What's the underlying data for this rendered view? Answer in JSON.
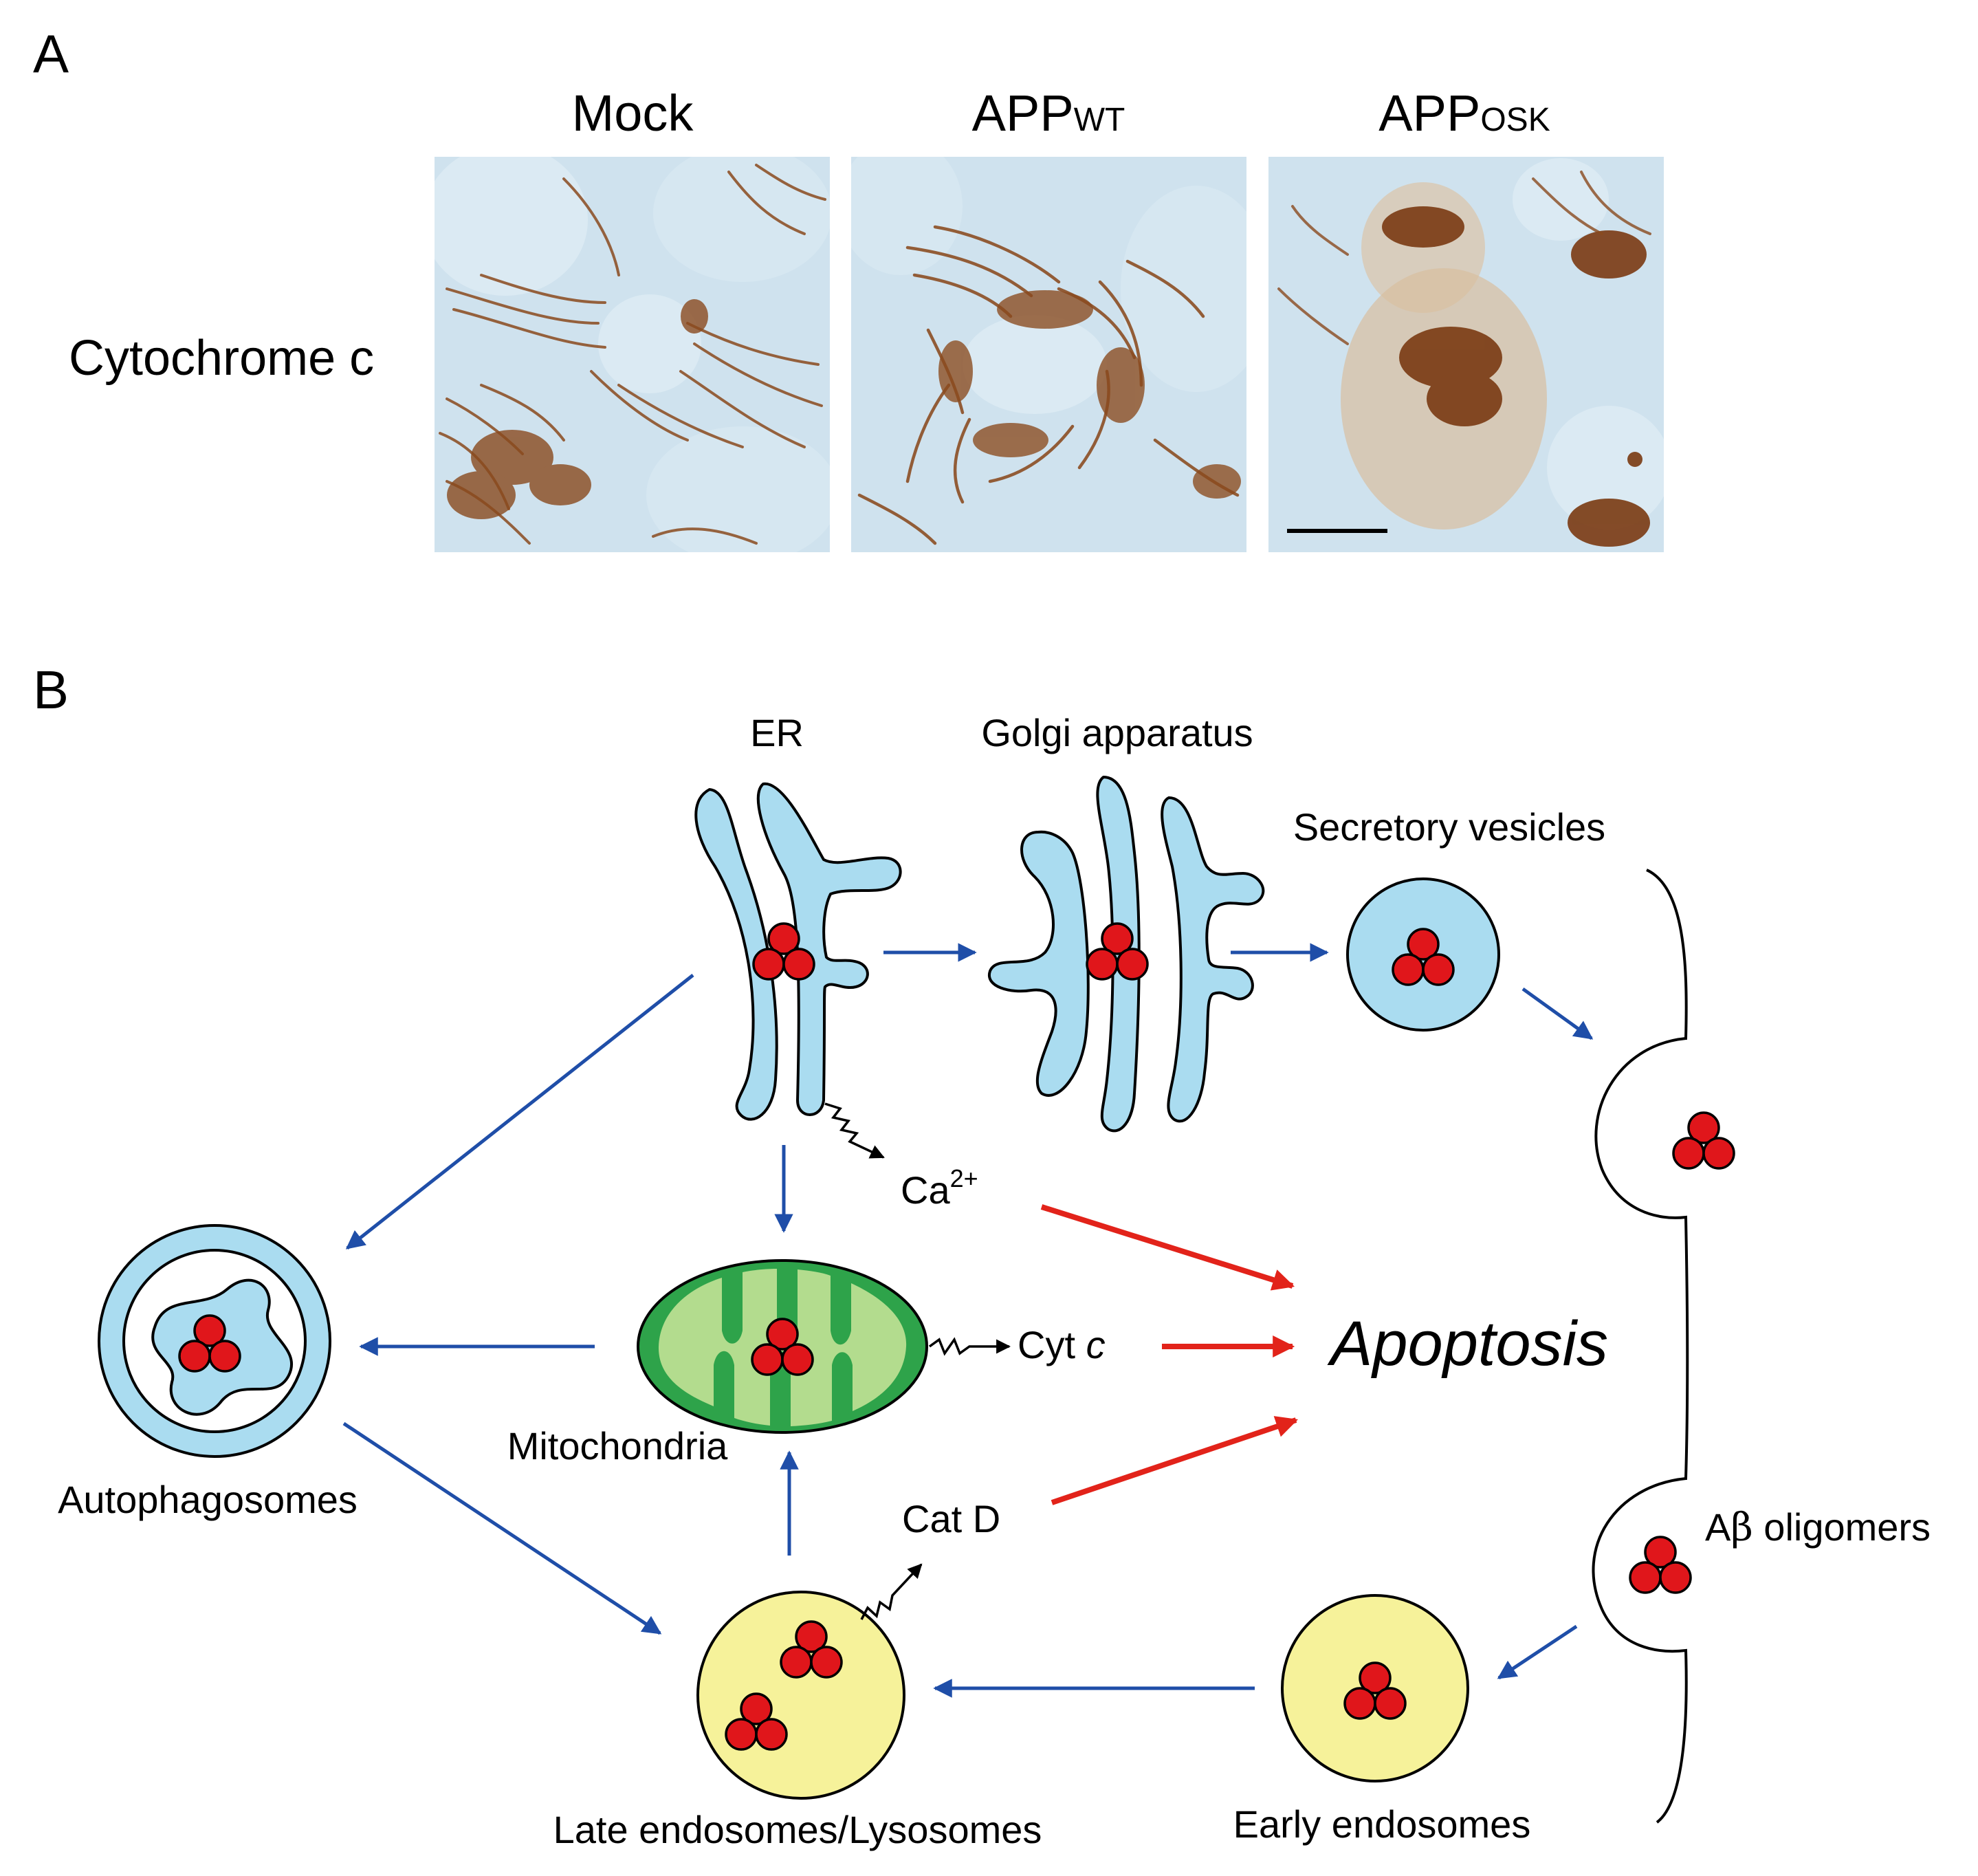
{
  "panel_a": {
    "label": "A",
    "row_label": "Cytochrome c",
    "columns": [
      {
        "name": "Mock",
        "sub": ""
      },
      {
        "name": "APP",
        "sub": "WT"
      },
      {
        "name": "APP",
        "sub": "OSK"
      }
    ]
  },
  "panel_b": {
    "label": "B",
    "nodes": {
      "er": "ER",
      "golgi": "Golgi apparatus",
      "secretory": "Secretory vesicles",
      "mitochondria": "Mitochondria",
      "autophagosomes": "Autophagosomes",
      "late_endosomes": "Late endosomes/Lysosomes",
      "early_endosomes": "Early endosomes",
      "abeta_prefix": "A",
      "abeta_greek": "β",
      "abeta_suffix": " oligomers",
      "ca_base": "Ca",
      "ca_sup": "2+",
      "cyt_base": "Cyt ",
      "cyt_italic": "c",
      "catd": "Cat D",
      "apoptosis": "Apoptosis"
    }
  },
  "colors": {
    "organelle_blue": "#aadcf0",
    "mito_outer": "#2ea34a",
    "mito_inner": "#b3dc8e",
    "endosome_yellow": "#f6f29a",
    "oligomer_red": "#e0161b",
    "pathway_blue": "#1f4ea8",
    "apoptosis_red": "#e2231a",
    "micrograph_bg": "#cfe2ee",
    "mito_stain": "#8a4a1e"
  }
}
